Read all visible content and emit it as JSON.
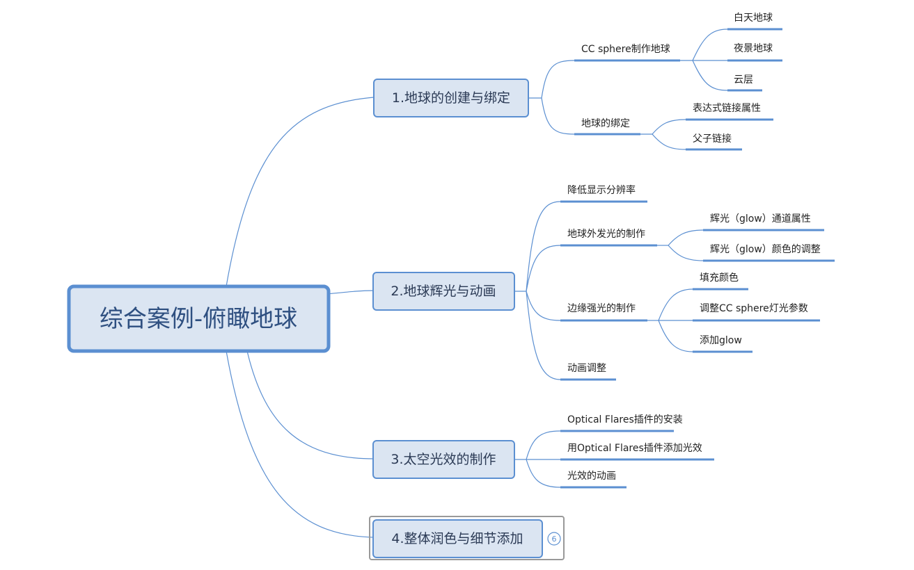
{
  "root": {
    "label": "综合案例-俯瞰地球"
  },
  "branches": [
    {
      "label": "1.地球的创建与绑定",
      "children": [
        {
          "label": "CC sphere制作地球",
          "children": [
            {
              "label": "白天地球"
            },
            {
              "label": "夜景地球"
            },
            {
              "label": "云层"
            }
          ]
        },
        {
          "label": "地球的绑定",
          "children": [
            {
              "label": "表达式链接属性"
            },
            {
              "label": "父子链接"
            }
          ]
        }
      ]
    },
    {
      "label": "2.地球辉光与动画",
      "children": [
        {
          "label": "降低显示分辨率",
          "children": []
        },
        {
          "label": "地球外发光的制作",
          "children": [
            {
              "label": "辉光（glow）通道属性"
            },
            {
              "label": "辉光（glow）颜色的调整"
            }
          ]
        },
        {
          "label": "边缘强光的制作",
          "children": [
            {
              "label": "填充颜色"
            },
            {
              "label": "调整CC sphere灯光参数"
            },
            {
              "label": "添加glow"
            }
          ]
        },
        {
          "label": "动画调整",
          "children": []
        }
      ]
    },
    {
      "label": "3.太空光效的制作",
      "children": [
        {
          "label": "Optical Flares插件的安装",
          "children": []
        },
        {
          "label": "用Optical Flares插件添加光效",
          "children": []
        },
        {
          "label": "光效的动画",
          "children": []
        }
      ]
    },
    {
      "label": "4.整体润色与细节添加",
      "collapsed_count": "6",
      "children": []
    }
  ],
  "colors": {
    "line": "#5b8fd1",
    "node_fill": "#dbe5f2",
    "node_border": "#5b8fd1",
    "root_text": "#2e4f80",
    "selection_border": "#999999"
  }
}
